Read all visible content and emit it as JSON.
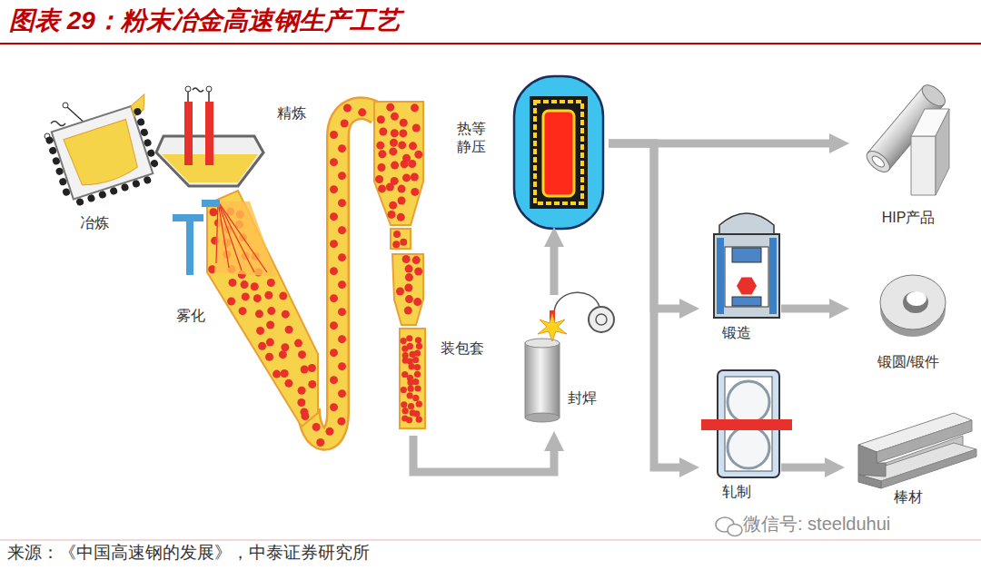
{
  "diagram": {
    "title": "图表 29：粉末冶金高速钢生产工艺",
    "caption": "来源：《中国高速钢的发展》，中泰证券研究所",
    "nodes": [
      {
        "text": [
          "冶炼"
        ]
      },
      {
        "text": [
          "雾化"
        ]
      },
      {
        "text": [
          "精炼"
        ]
      },
      {
        "text": [
          "装包套"
        ]
      },
      {
        "text": [
          "封焊"
        ]
      },
      {
        "text": [
          "热等静压"
        ]
      },
      {
        "text": [
          "锻造"
        ]
      },
      {
        "text": [
          "轧制"
        ]
      },
      {
        "text": [
          "HIP产品"
        ]
      },
      {
        "text": [
          "锻圆/锻件"
        ]
      },
      {
        "text": [
          "棒材"
        ]
      }
    ],
    "edges": [
      {
        "from": 3,
        "to": 4,
        "arrow": "to"
      },
      {
        "from": 4,
        "to": 5,
        "arrow": "to"
      },
      {
        "from": 5,
        "to": 8,
        "arrow": "to"
      },
      {
        "from": 5,
        "to": 6,
        "arrow": "to"
      },
      {
        "from": 5,
        "to": 7,
        "arrow": "to"
      },
      {
        "from": 6,
        "to": 9,
        "arrow": "to"
      },
      {
        "from": 7,
        "to": 10,
        "arrow": "to"
      }
    ],
    "labels": [
      "微信号: steelduhui"
    ]
  }
}
